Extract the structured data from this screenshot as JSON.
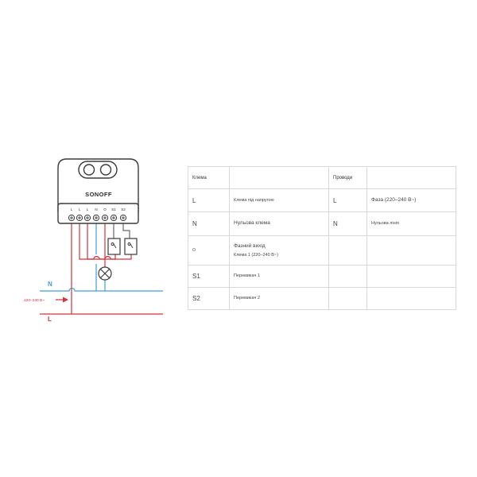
{
  "diagram": {
    "brand": "SONOFF",
    "terminals": [
      "L",
      "L",
      "L",
      "N",
      "O",
      "S1",
      "S2"
    ],
    "line_labels": {
      "neutral": "N",
      "live": "L",
      "voltage": "220–240 В~"
    },
    "colors": {
      "live": "#d6303a",
      "neutral": "#3f9fd6",
      "device_stroke": "#3a3a3a",
      "switch_wire": "#4a4a4a"
    }
  },
  "table": {
    "headers": [
      "Клема",
      "",
      "Проводи",
      ""
    ],
    "rows": [
      {
        "terminal": "L",
        "description": [
          "Клема під напругою"
        ],
        "wire": "L",
        "wire_desc": "Фаза (220–240 В~)"
      },
      {
        "terminal": "N",
        "description": [
          "Нульова клема"
        ],
        "wire": "N",
        "wire_desc": "Нульова лінія"
      },
      {
        "terminal": "O",
        "description": [
          "Фазний вихід",
          "Клема 1 (220–240 В~)"
        ],
        "wire": "",
        "wire_desc": ""
      },
      {
        "terminal": "S1",
        "description": [
          "Перемикач 1"
        ],
        "wire": "",
        "wire_desc": ""
      },
      {
        "terminal": "S2",
        "description": [
          "Перемикач 2"
        ],
        "wire": "",
        "wire_desc": ""
      }
    ]
  }
}
